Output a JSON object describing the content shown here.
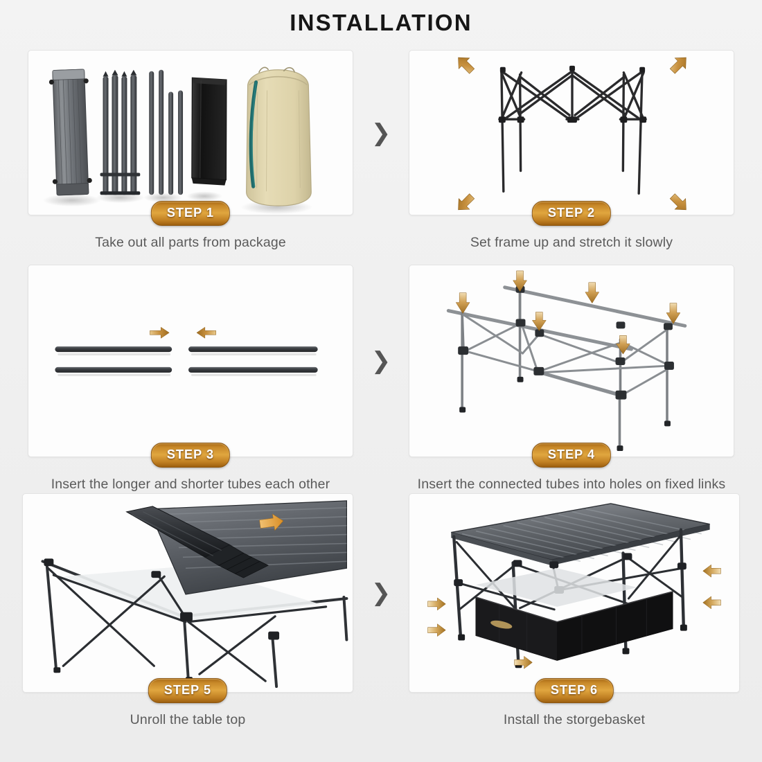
{
  "header": {
    "title": "INSTALLATION"
  },
  "colors": {
    "page_background": "#f1f1f1",
    "panel_background": "#fdfdfd",
    "panel_border": "#e3e3e3",
    "badge_gradient_light": "#e0a63f",
    "badge_gradient_dark": "#9d600f",
    "badge_text": "#ffffff",
    "title_text": "#161616",
    "caption_text": "#5a5a5a",
    "arrow_marker": "#c8913f",
    "separator_chevron": "#555555",
    "frame_metal_dark": "#3a3a3c",
    "frame_metal_light": "#b9bcbe",
    "tabletop_slat": "#6f7276",
    "carry_bag": "#ded4ad",
    "carry_bag_strap": "#1f6b6b",
    "storage_basket": "#1b1b1b"
  },
  "separator": {
    "glyph": "❯",
    "icon_name": "chevron-right-icon"
  },
  "steps": [
    {
      "index": 1,
      "badge": "STEP 1",
      "caption": "Take out all parts from package",
      "illustration": "parts-laid-out"
    },
    {
      "index": 2,
      "badge": "STEP 2",
      "caption": "Set frame up and stretch it slowly",
      "illustration": "scissor-frame-stretch",
      "arrows": 4,
      "arrow_direction": "outward-diagonal"
    },
    {
      "index": 3,
      "badge": "STEP 3",
      "caption": "Insert the longer and shorter tubes each other",
      "illustration": "four-tubes",
      "arrows": 2,
      "arrow_direction": "inward-horizontal"
    },
    {
      "index": 4,
      "badge": "STEP 4",
      "caption": "Insert the connected tubes into holes on fixed links",
      "illustration": "assembled-frame-3d",
      "arrows": 6,
      "arrow_direction": "downward"
    },
    {
      "index": 5,
      "badge": "STEP 5",
      "caption": "Unroll the table top",
      "illustration": "unrolling-tabletop",
      "arrows": 1,
      "arrow_direction": "forward"
    },
    {
      "index": 6,
      "badge": "STEP 6",
      "caption": "Install the storgebasket",
      "illustration": "table-with-storage-basket",
      "arrows": 5,
      "arrow_direction": "inward"
    }
  ]
}
